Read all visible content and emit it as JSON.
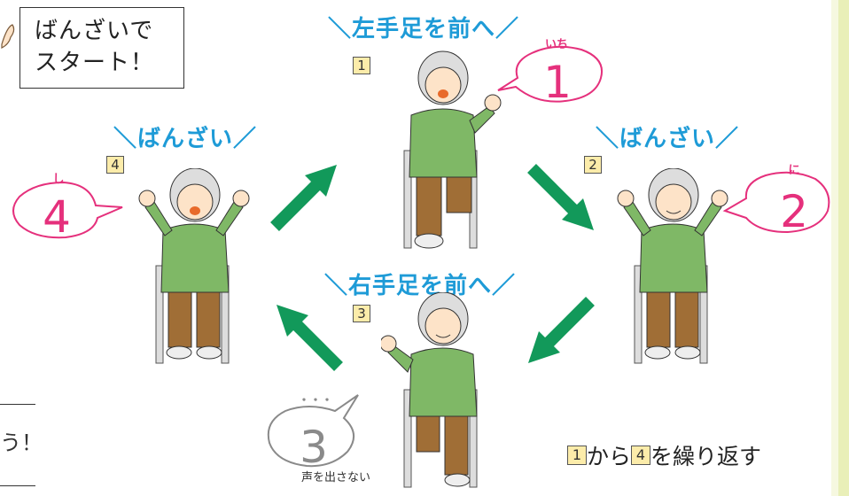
{
  "start_box": {
    "line1": "ばんざいで",
    "line2": "スタート！"
  },
  "steps": [
    {
      "header": "＼左手足を前へ／",
      "step": "1",
      "count": "1",
      "furigana": "いち"
    },
    {
      "header": "＼ばんざい／",
      "step": "2",
      "count": "2",
      "furigana": "に"
    },
    {
      "header": "＼右手足を前へ／",
      "step": "3",
      "count": "3",
      "furigana": "・・・"
    },
    {
      "header": "＼ばんざい／",
      "step": "4",
      "count": "4",
      "furigana": "し"
    }
  ],
  "silent_note": "声を出さない",
  "repeat": {
    "from": "1",
    "mid": "から",
    "to": "4",
    "tail": "を繰り返す"
  },
  "left_fragment": "う！",
  "colors": {
    "header_blue": "#1e9bd7",
    "count_pink": "#e5307c",
    "arrow_green": "#12995a",
    "silent_gray": "#8a8a8a"
  },
  "icons": [
    "green-arrow-icon",
    "elderly-person-illustration",
    "chair-icon"
  ]
}
